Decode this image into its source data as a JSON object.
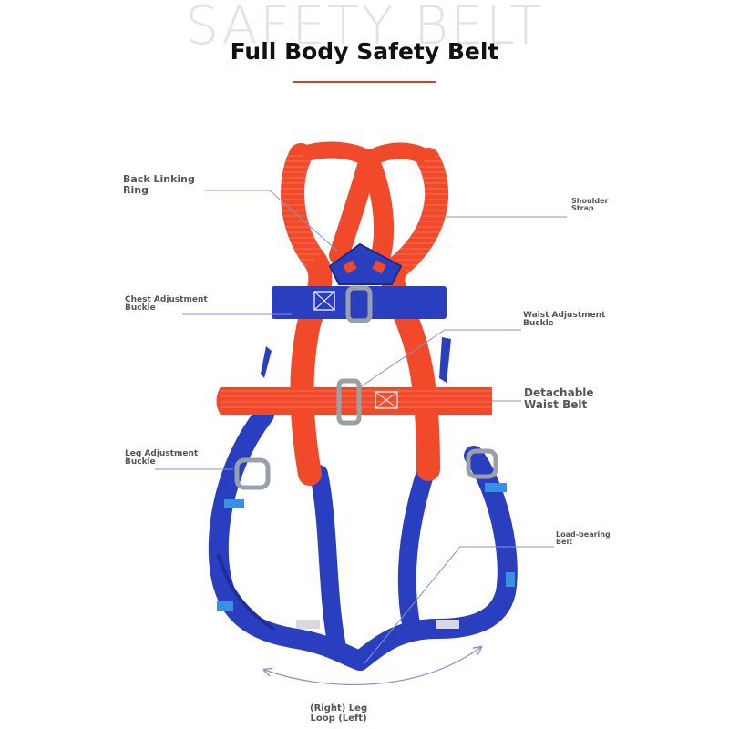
{
  "header": {
    "watermark": "SAFETY BELT",
    "title": "Full Body Safety Belt"
  },
  "labels": {
    "back_linking_ring": [
      "Back Linking",
      "Ring"
    ],
    "shoulder_strap": [
      "Shoulder",
      "Strap"
    ],
    "chest_adjustment_buckle": [
      "Chest Adjustment",
      "Buckle"
    ],
    "waist_adjustment_buckle": [
      "Waist Adjustment",
      "Buckle"
    ],
    "detachable_waist_belt": [
      "Detachable",
      "Waist Belt"
    ],
    "leg_adjustment_buckle": [
      "Leg Adjustment",
      "Buckle"
    ],
    "load_bearing_belt": [
      "Load-bearing",
      "Belt"
    ],
    "leg_loop": [
      "(Right) Leg",
      "Loop (Left)"
    ]
  },
  "colors": {
    "strap_red": "#f04a2a",
    "strap_blue": "#2a3fc0",
    "accent": "#e03c1f",
    "leader_line": "#8a8fcf"
  }
}
